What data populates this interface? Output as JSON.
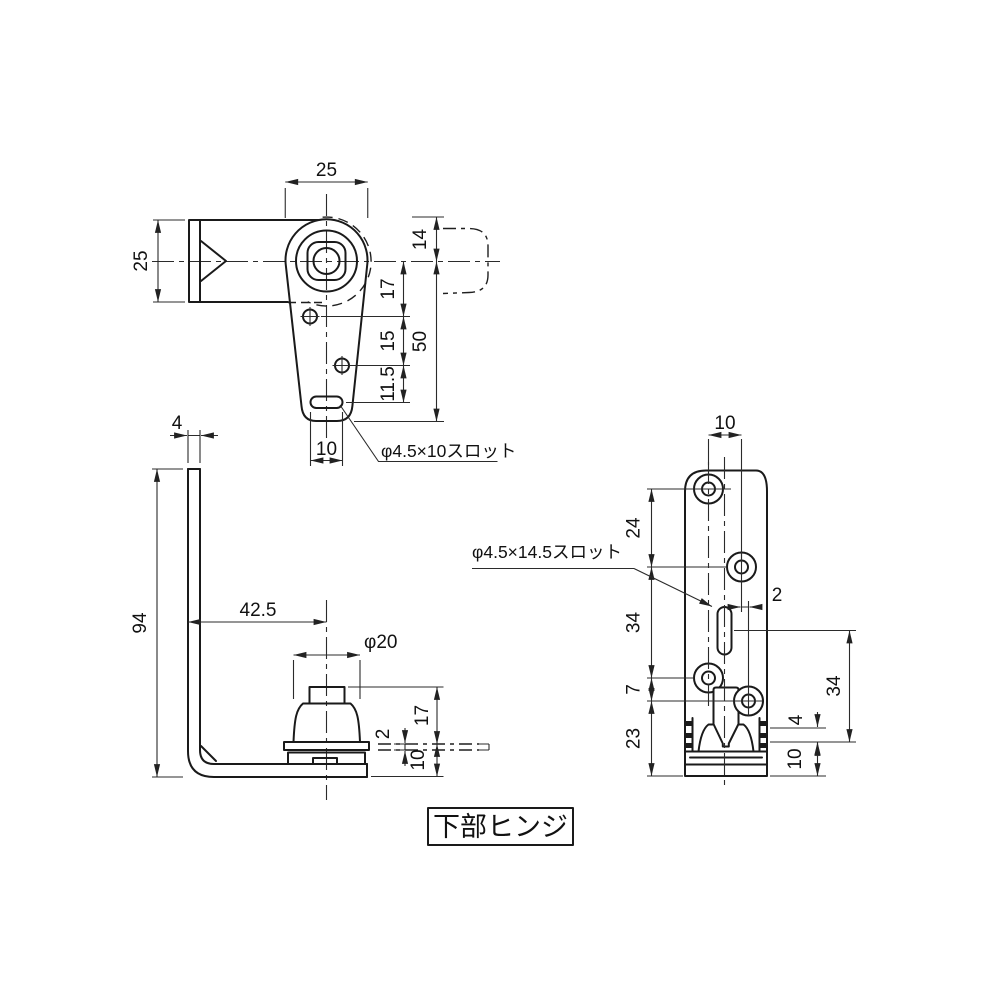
{
  "drawing_label": "下部ヒンジ",
  "top_view": {
    "dim_width_top": "25",
    "dim_height_left": "25",
    "dim_14": "14",
    "dim_17": "17",
    "dim_15": "15",
    "dim_11_5": "11.5",
    "dim_50": "50",
    "dim_slot_length": "10",
    "slot_note": "φ4.5×10スロット"
  },
  "side_view": {
    "dim_thickness": "4",
    "dim_height": "94",
    "dim_offset": "42.5",
    "dim_boss_diameter": "φ20",
    "dim_pin_height": "17",
    "dim_clearance": "2",
    "dim_base": "10"
  },
  "right_view": {
    "dim_hole_pitch": "10",
    "dim_24": "24",
    "dim_34_left": "34",
    "dim_7": "7",
    "dim_23": "23",
    "dim_offset_2": "2",
    "dim_34_right": "34",
    "dim_4": "4",
    "dim_10": "10",
    "slot_note": "φ4.5×14.5スロット"
  }
}
